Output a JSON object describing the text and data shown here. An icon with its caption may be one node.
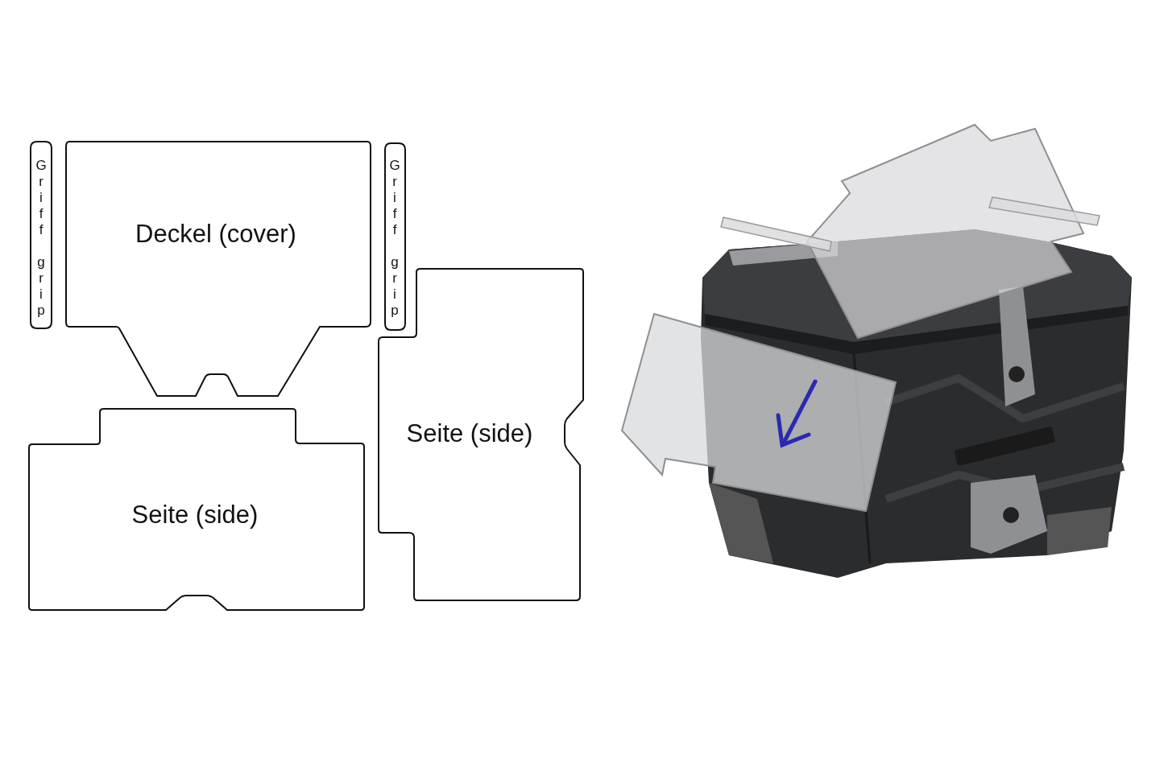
{
  "diagram": {
    "nodes": [
      {
        "text": [
          "Griff grip"
        ]
      },
      {
        "text": [
          "Deckel (cover)"
        ]
      },
      {
        "text": [
          "Griff grip"
        ]
      },
      {
        "text": [
          "Seite (side)"
        ]
      },
      {
        "text": [
          "Seite (side)"
        ]
      }
    ],
    "edges": []
  }
}
